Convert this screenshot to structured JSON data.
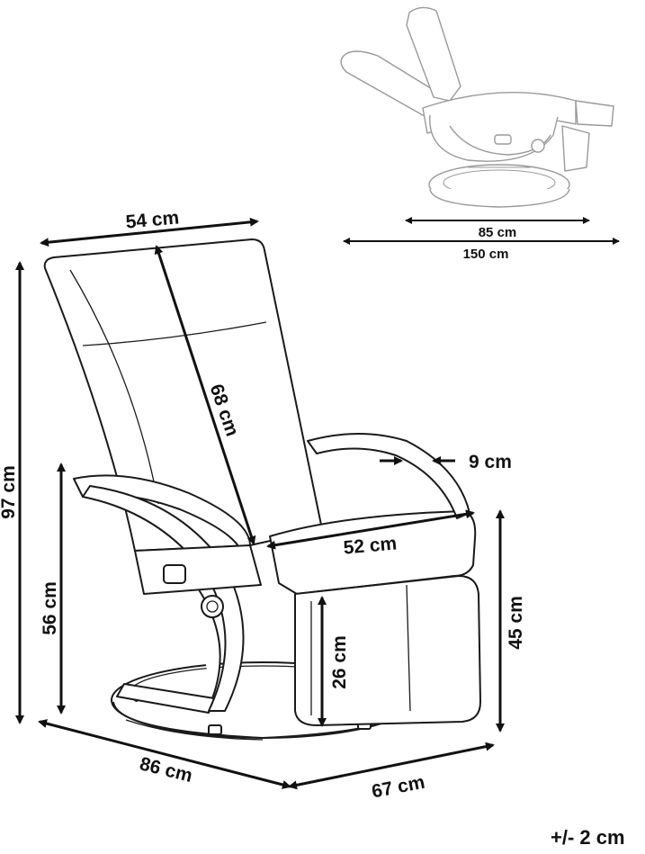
{
  "dimensions": {
    "width_top": "54 cm",
    "backrest_length": "68 cm",
    "total_height": "97 cm",
    "armrest_height": "56 cm",
    "armrest_width": "9 cm",
    "seat_width": "52 cm",
    "seat_height": "45 cm",
    "seat_depth": "26 cm",
    "depth": "86 cm",
    "width": "67 cm",
    "reclined_depth": "85 cm",
    "reclined_length": "150 cm"
  },
  "tolerance": "+/- 2 cm",
  "colors": {
    "line": "#111111",
    "reclined_line": "#9a9a9a",
    "background": "#ffffff"
  }
}
